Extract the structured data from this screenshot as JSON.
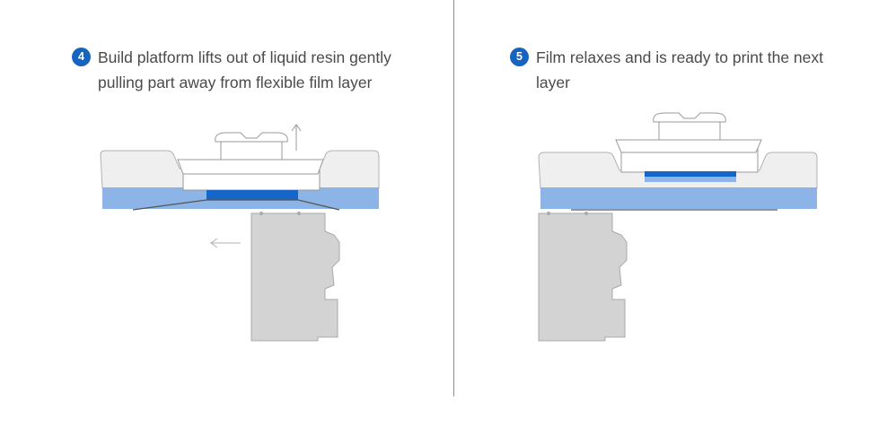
{
  "steps": [
    {
      "number": "4",
      "text": "Build platform lifts out of liquid resin gently pulling part away from flexible film layer"
    },
    {
      "number": "5",
      "text": "Film relaxes and is ready to print the next layer"
    }
  ],
  "colors": {
    "resin": "#8db4e6",
    "part": "#1566c8",
    "tank": "#efefef",
    "outline": "#9a9a9a",
    "mechanism": "#d3d3d3",
    "badge": "#1565c0",
    "divider": "#8c8c8c"
  },
  "icons": {
    "lift_arrow": "arrow-up-icon",
    "pull_arrow": "arrow-left-icon"
  }
}
